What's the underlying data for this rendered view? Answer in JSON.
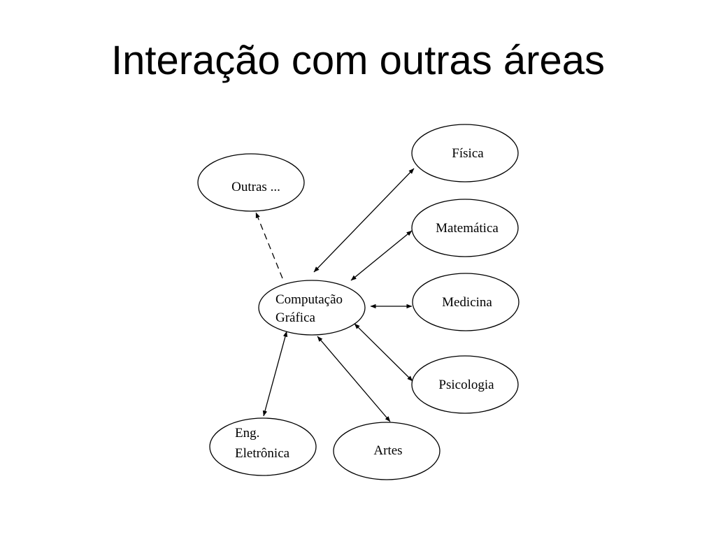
{
  "title": "Interação com outras áreas",
  "nodes": {
    "cg": {
      "line1": "Computação",
      "line2": "Gráfica"
    },
    "outras": {
      "label": "Outras ..."
    },
    "fisica": {
      "label": "Física"
    },
    "matematica": {
      "label": "Matemática"
    },
    "medicina": {
      "label": "Medicina"
    },
    "psicologia": {
      "label": "Psicologia"
    },
    "artes": {
      "label": "Artes"
    },
    "eng": {
      "line1": "Eng.",
      "line2": "Eletrônica"
    }
  }
}
